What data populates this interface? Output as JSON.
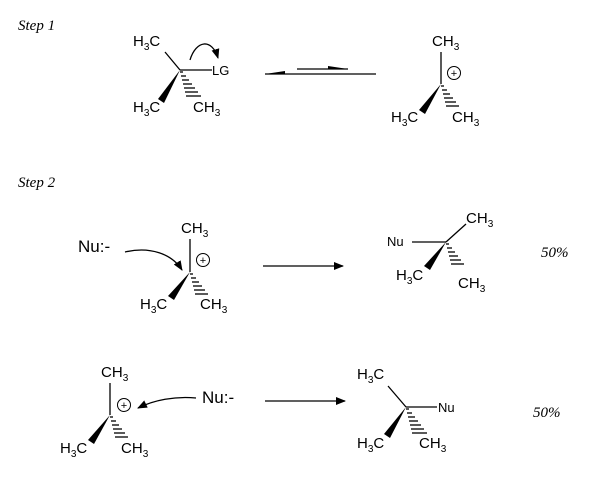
{
  "steps": {
    "step1": "Step 1",
    "step2": "Step 2"
  },
  "labels": {
    "h3c": "H3C",
    "ch3": "CH3",
    "h": "H",
    "c": "C",
    "subscript_3": "3",
    "leaving_group": "LG",
    "nucleophile": "Nu:-",
    "nu": "Nu",
    "charge_symbol": "+"
  },
  "yields": {
    "pathway_a": "50%",
    "pathway_b": "50%"
  }
}
